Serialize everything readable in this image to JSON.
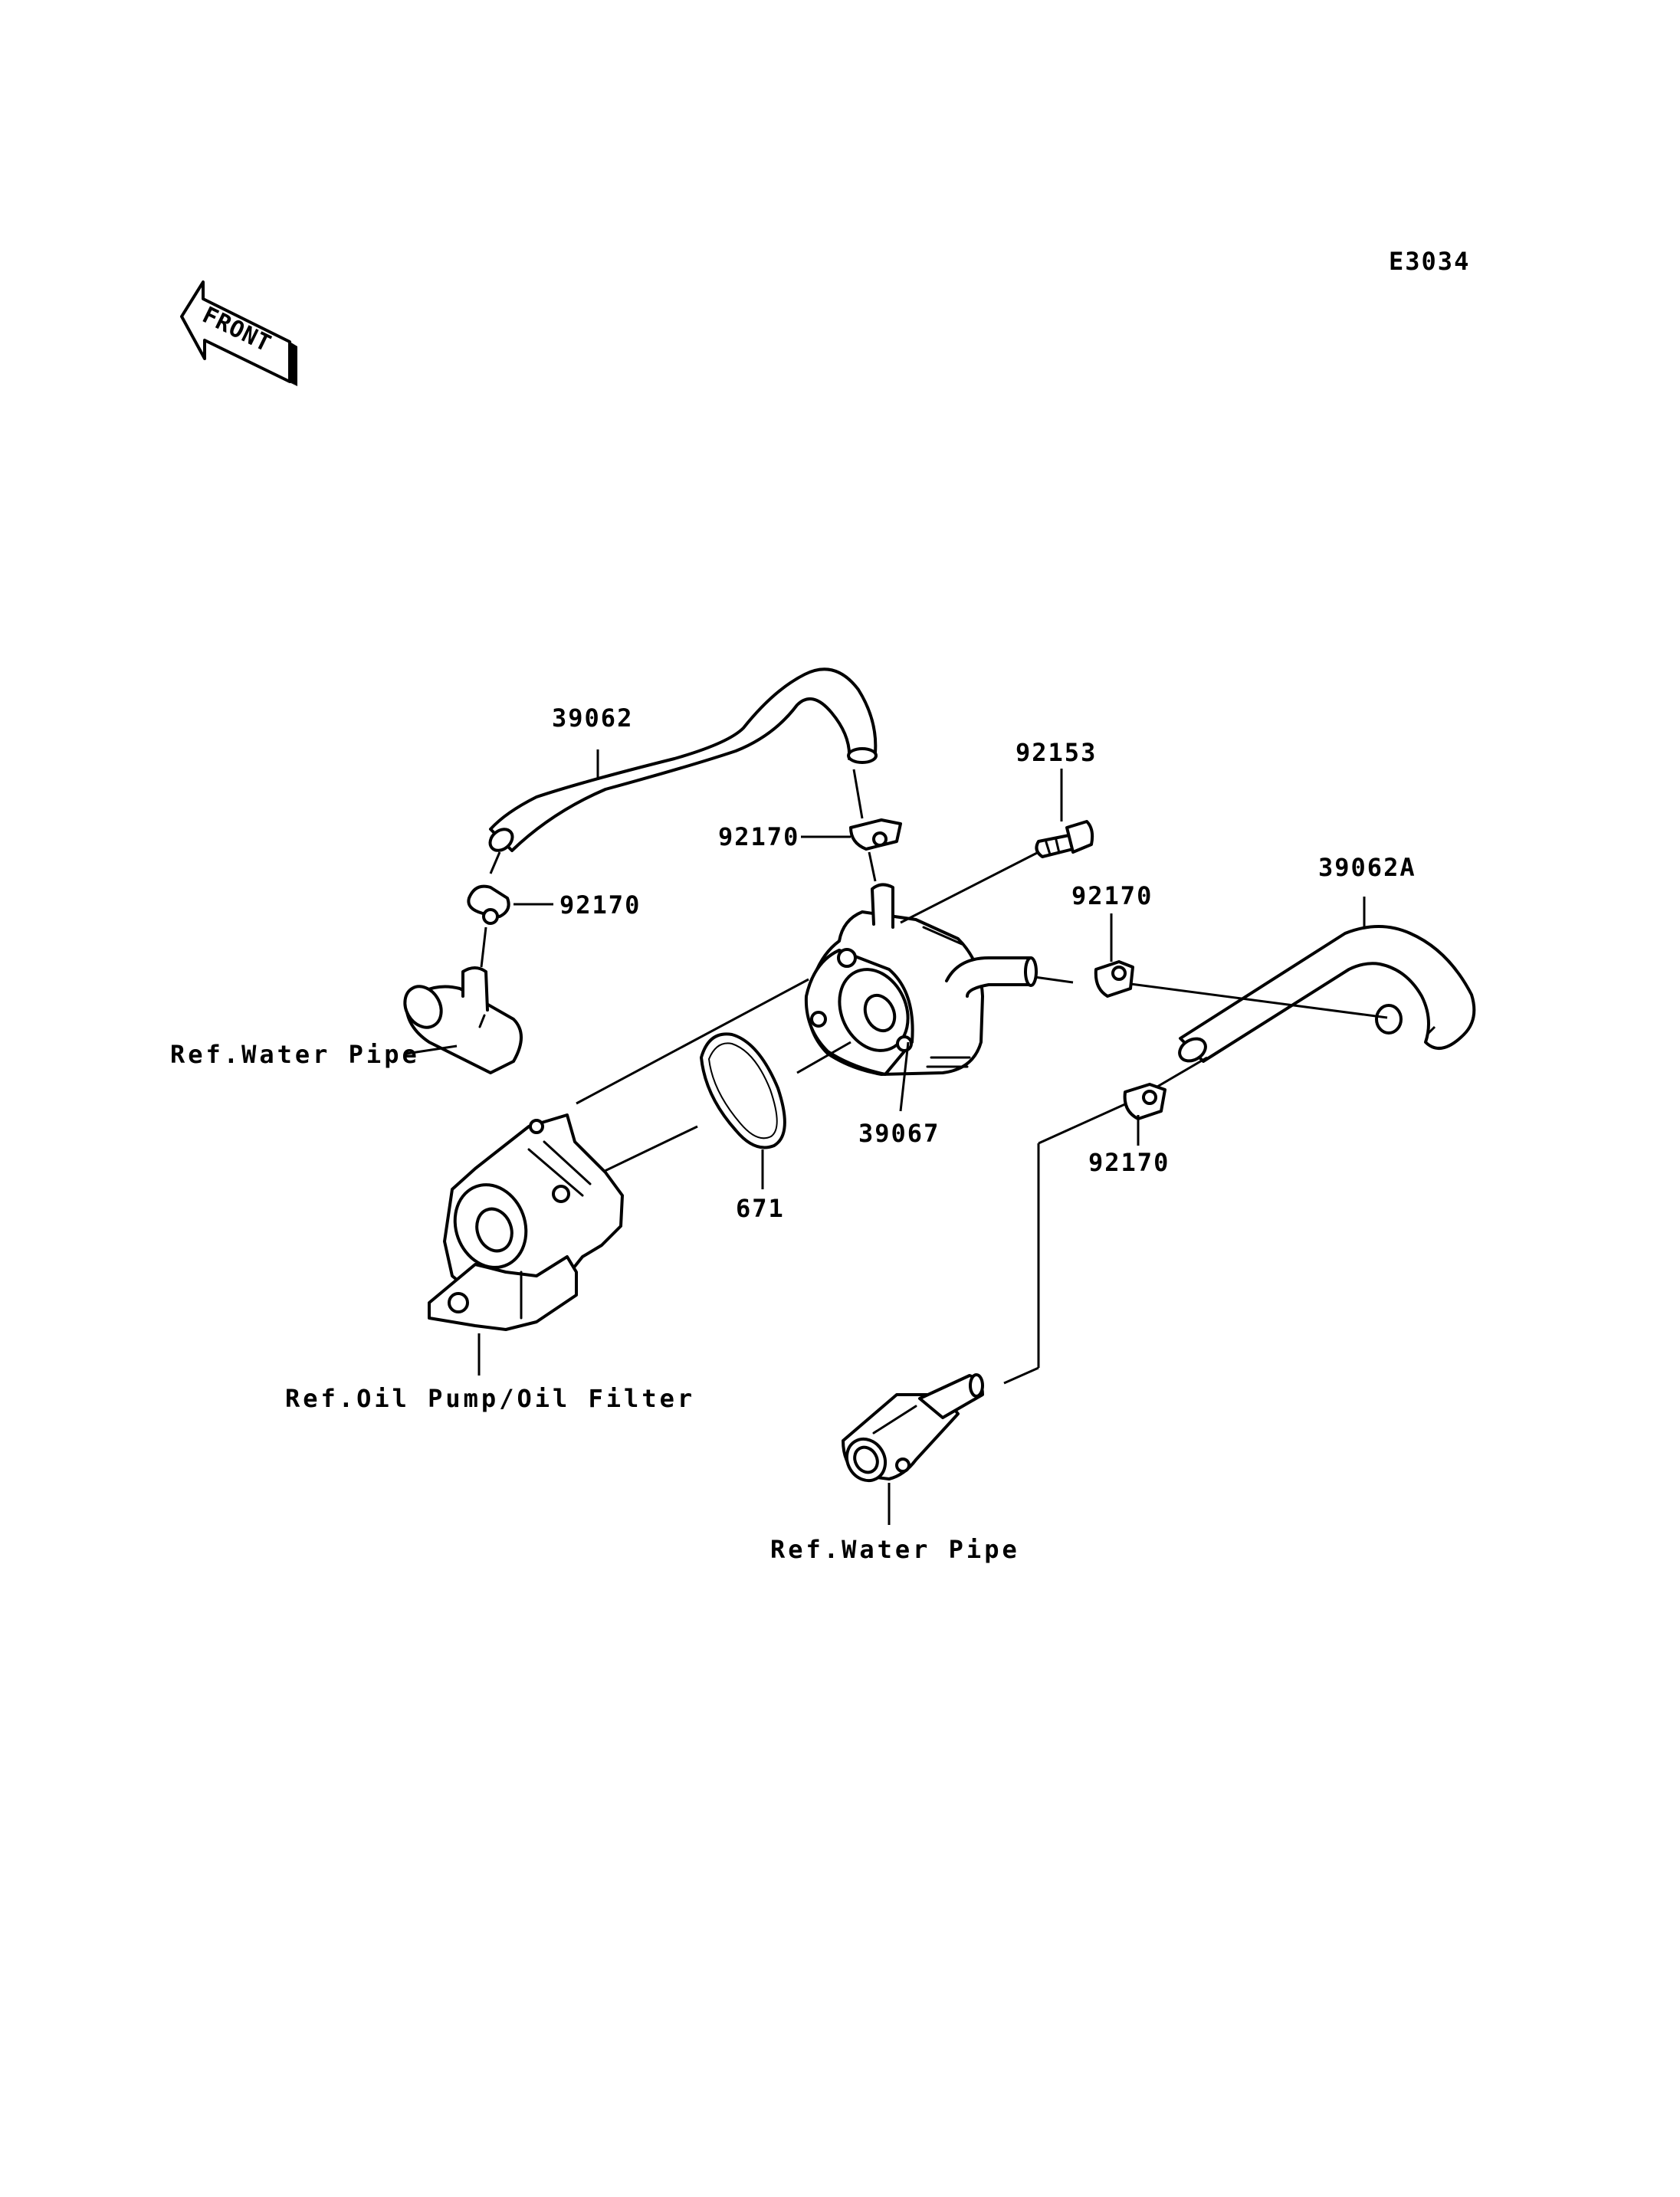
{
  "diagram_code": "E3034",
  "front_marker": "FRONT",
  "labels": {
    "hose_upper": "39062",
    "clamp_upper_mid": "92170",
    "clamp_upper_left": "92170",
    "bolt": "92153",
    "clamp_right_upper": "92170",
    "hose_right": "39062A",
    "clamp_right_lower": "92170",
    "oil_cooler": "39067",
    "o_ring": "671",
    "ref_water_pipe_upper": "Ref.Water Pipe",
    "ref_oil_pump": "Ref.Oil Pump/Oil Filter",
    "ref_water_pipe_lower": "Ref.Water Pipe"
  }
}
